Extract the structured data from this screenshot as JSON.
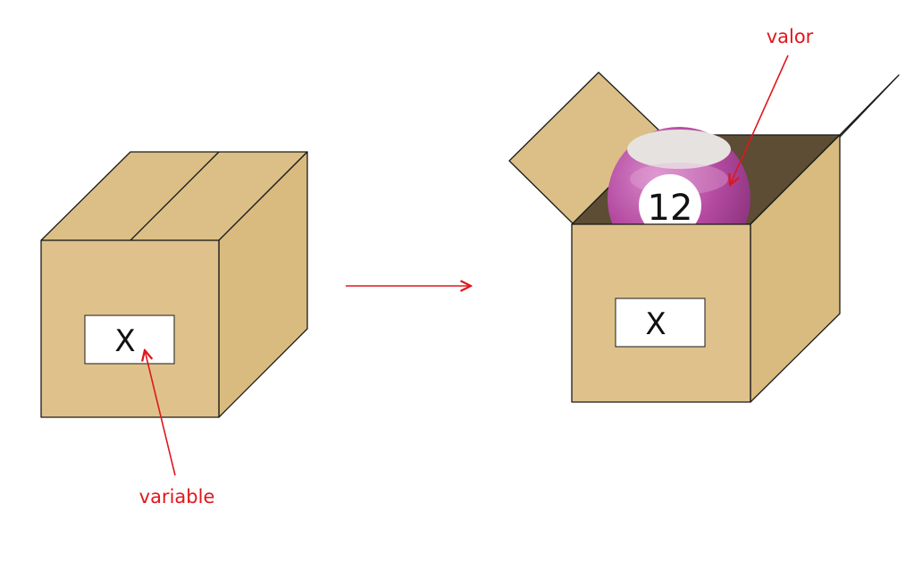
{
  "closed_box": {
    "label": "X"
  },
  "open_box": {
    "label": "X",
    "ball_number": "12"
  },
  "annotations": {
    "variable": "variable",
    "value": "valor"
  },
  "colors": {
    "box_front": "#dfc28b",
    "box_side": "#d9bb80",
    "box_top": "#dcbf86",
    "box_interior": "#5c4d34",
    "ball": "#b44aa0",
    "ball_light": "#cf7bc0",
    "ball_cap": "#e6e2df",
    "annotation": "#e0171d"
  }
}
